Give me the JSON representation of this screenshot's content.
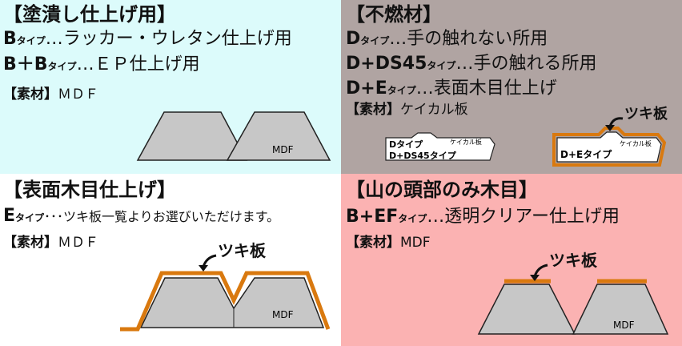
{
  "panel1": {
    "heading": "【塗潰し仕上げ用】",
    "line1_prefix": "B",
    "line1_type": "タイプ",
    "line1_text": "…ラッカー・ウレタン仕上げ用",
    "line2_prefix": "B＋B",
    "line2_type": "タイプ",
    "line2_text": "…ＥＰ仕上げ用",
    "material_label": "【素材】",
    "material_value": "ＭＤＦ",
    "diagram_label": "MDF"
  },
  "panel2": {
    "heading": "【不燃材】",
    "line1_prefix": "D",
    "line1_type": "タイプ",
    "line1_text": "…手の触れない所用",
    "line2_prefix": "D+DS45",
    "line2_type": "タイプ",
    "line2_text": "…手の触れる所用",
    "line3_prefix": "D+E",
    "line3_type": "タイプ",
    "line3_text": "…表面木目仕上げ",
    "material_label": "【素材】",
    "material_value": "ケイカル板",
    "tsuki_label": "ツキ板",
    "diagram_a_line1": "Dタイプ",
    "diagram_a_line2": "D+DS45タイプ",
    "diagram_a_board": "ケイカル板",
    "diagram_b_label": "D+Eタイプ",
    "diagram_b_board": "ケイカル板"
  },
  "panel3": {
    "heading": "【表面木目仕上げ】",
    "line1_prefix": "E",
    "line1_type": "タイプ",
    "line1_text": "･･･ツキ板一覧よりお選びいただけます。",
    "material_label": "【素材】",
    "material_value": "ＭＤＦ",
    "tsuki_label": "ツキ板",
    "diagram_label": "MDF"
  },
  "panel4": {
    "heading": "【山の頭部のみ木目】",
    "line1_prefix": "B+EF",
    "line1_type": "タイプ",
    "line1_text": "…透明クリアー仕上げ用",
    "material_label": "【素材】",
    "material_value": "MDF",
    "tsuki_label": "ツキ板",
    "diagram_label": "MDF"
  },
  "colors": {
    "panel1_bg": "#dcfbfb",
    "panel2_bg": "#b0a4a2",
    "panel3_bg": "#ffffff",
    "panel4_bg": "#fbb2b2",
    "veneer": "#d9790f",
    "mdf_fill": "#c7c7c7"
  }
}
